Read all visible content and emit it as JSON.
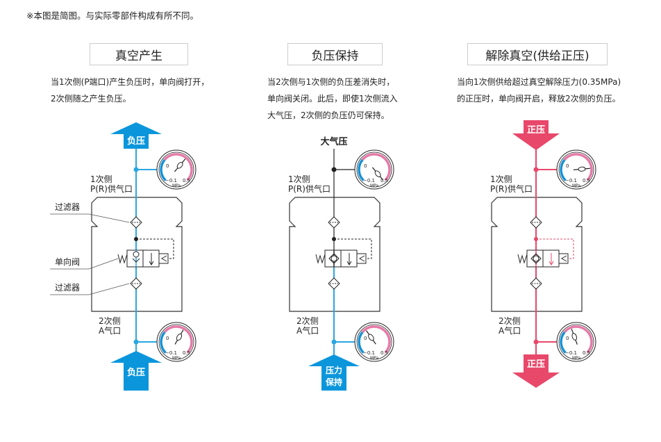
{
  "note": "※本图是简图。与实际零部件构成有所不同。",
  "colors": {
    "vacuum": "#0b96dc",
    "vacuum_line": "#29a7e1",
    "positive": "#e8486a",
    "gauge_blue": "#1592d6",
    "gauge_pink": "#e57aa8",
    "line": "#222222"
  },
  "labels": {
    "filter": "过滤器",
    "check_valve": "单向阀",
    "primary_l1": "1次侧",
    "primary_l2": "P(R)供气口",
    "secondary_l1": "2次侧",
    "secondary_l2": "A气口",
    "gauge_zero": "0",
    "gauge_min": "−0.1",
    "gauge_max": "0.5",
    "gauge_unit": "MPa"
  },
  "panels": [
    {
      "title": "真空产生",
      "desc": "当1次侧(P端口)产生负压时，单向阀打开，\n2次侧随之产生负压。",
      "top_arrow": "负压",
      "bottom_arrow": "负压",
      "mode": "vacuum"
    },
    {
      "title": "负压保持",
      "desc": "当2次侧与1次侧的负压差消失时，\n单向阀关闭。此后，即使1次侧流入\n大气压，2次侧的负压仍可保持。",
      "top_label": "大气压",
      "bottom_arrow_l1": "压力",
      "bottom_arrow_l2": "保持",
      "mode": "hold"
    },
    {
      "title": "解除真空(供给正压)",
      "desc": "当向1次侧供给超过真空解除压力(0.35MPa)\n的正压时，单向阀开启，释放2次侧的负压。",
      "top_arrow": "正压",
      "bottom_arrow": "正压",
      "mode": "release"
    }
  ]
}
